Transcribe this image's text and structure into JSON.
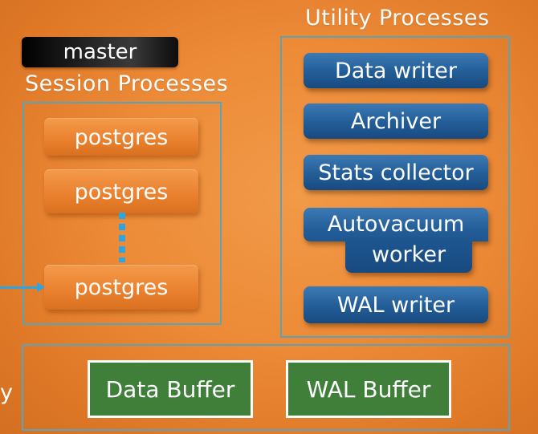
{
  "master": {
    "label": "master"
  },
  "session": {
    "heading": "Session  Processes",
    "processes": [
      "postgres",
      "postgres",
      "postgres"
    ]
  },
  "utility": {
    "heading": "Utility Processes",
    "processes": [
      "Data writer",
      "Archiver",
      "Stats collector",
      "WAL writer"
    ],
    "autovacuum": {
      "line1": "Autovacuum",
      "line2": "worker"
    }
  },
  "memory": {
    "label_fragment": "y",
    "buffers": [
      "Data Buffer",
      "WAL Buffer"
    ]
  },
  "colors": {
    "background": "#ec8a37",
    "frame": "#5aa3b8",
    "utility_box": "#245f99",
    "buffer_box": "#3f7f3a",
    "connector": "#2fa4e0",
    "master_pill": "#1a1a1a"
  }
}
